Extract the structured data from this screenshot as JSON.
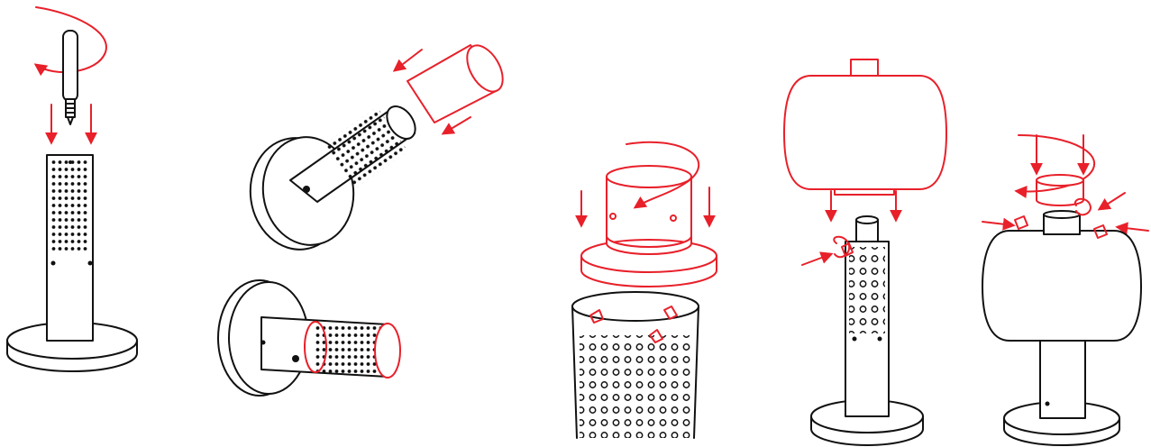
{
  "colors": {
    "line": "#111111",
    "accent": "#e8202a",
    "background": "#ffffff"
  },
  "steps": [
    {
      "id": "insert-bulb",
      "icons": [
        "bulb-icon",
        "rotate-arrow-icon",
        "down-arrow-icon"
      ]
    },
    {
      "id": "slide-sleeve",
      "icons": [
        "sleeve-icon",
        "diagonal-arrow-icon"
      ]
    },
    {
      "id": "lock-collar",
      "icons": [
        "collar-icon",
        "rotate-arrow-icon",
        "screw-icon"
      ]
    },
    {
      "id": "lower-shade",
      "icons": [
        "shade-icon",
        "down-arrow-icon",
        "screw-icon"
      ]
    },
    {
      "id": "fasten-cap",
      "icons": [
        "cap-icon",
        "rotate-arrow-icon",
        "screw-icon"
      ]
    }
  ]
}
